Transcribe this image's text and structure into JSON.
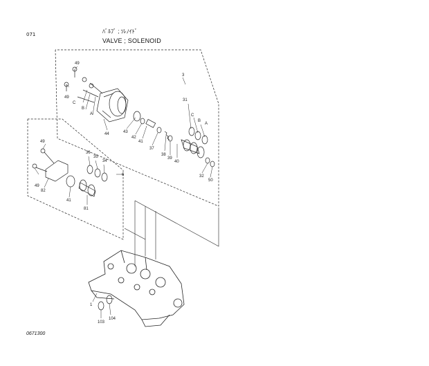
{
  "header": {
    "page_code": "071",
    "title_jp": "ﾊﾞﾙﾌﾞ ; ｿﾚﾉｲﾄﾞ",
    "title_en": "VALVE ; SOLENOID"
  },
  "footer": {
    "drawing_no": "0671300"
  },
  "callouts": {
    "c3": "3",
    "c6": "6",
    "c49a": "49",
    "c49b": "49",
    "c49c": "49",
    "c49d": "49",
    "cC1": "C",
    "cB1": "B",
    "cA1": "A",
    "c44": "44",
    "c43": "43",
    "c42": "42",
    "c41a": "41",
    "c37": "37",
    "c38": "38",
    "c39": "39",
    "c40": "40",
    "c31": "31",
    "cC2": "C",
    "cB2": "B",
    "cA2": "A",
    "c32": "32",
    "c50": "50",
    "c36": "36",
    "c35": "35",
    "c34": "34",
    "c82": "82",
    "c41b": "41",
    "c81": "81",
    "c1": "1",
    "c103": "103",
    "c104": "104"
  }
}
